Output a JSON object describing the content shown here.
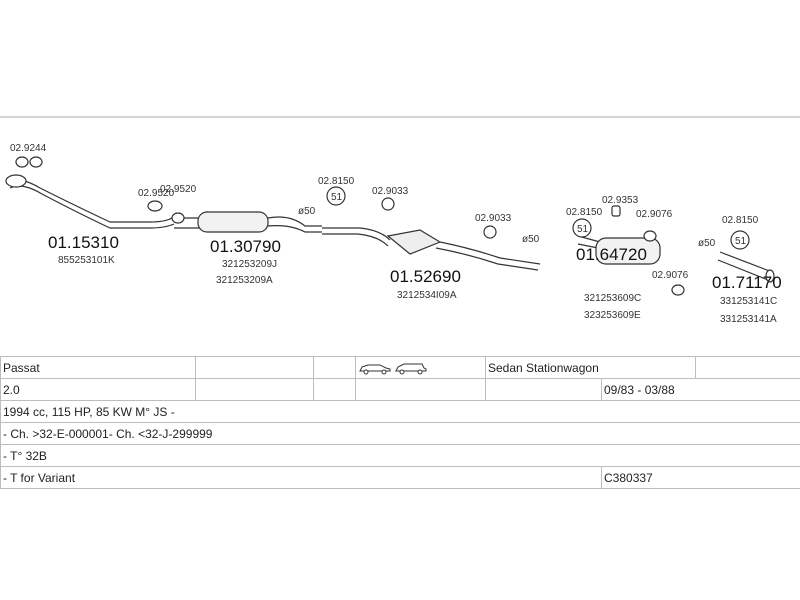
{
  "parts": [
    {
      "number": "01.15310",
      "refs": [
        "855253101K"
      ],
      "accessories": [
        "02.9244"
      ]
    },
    {
      "number": "01.30790",
      "refs": [
        "321253209J",
        "321253209A"
      ],
      "accessories": [
        "02.9520",
        "02.9520"
      ]
    },
    {
      "number": "01.52690",
      "refs": [
        "3212534I09A"
      ],
      "accessories": [
        "02.8150",
        "02.9033",
        "02.9033"
      ],
      "labels": [
        "ø50",
        "ø50"
      ]
    },
    {
      "number": "01.64720",
      "refs": [
        "321253609C",
        "323253609E"
      ],
      "accessories": [
        "02.8150",
        "02.9353",
        "02.9076",
        "02.9076"
      ]
    },
    {
      "number": "01.71170",
      "refs": [
        "331253141C",
        "331253141A"
      ],
      "accessories": [
        "02.8150"
      ],
      "labels": [
        "ø50"
      ]
    }
  ],
  "clamp_badge": "51",
  "spec": {
    "model": "Passat",
    "body": "Sedan Stationwagon",
    "engine": "2.0",
    "years": "09/83 - 03/88",
    "power": "1994 cc, 115 HP, 85 KW M° JS -",
    "chassis": "- Ch. >32-E-000001- Ch. <32-J-299999",
    "type": "- T° 32B",
    "variant": "- T for Variant",
    "code": "C380337"
  }
}
